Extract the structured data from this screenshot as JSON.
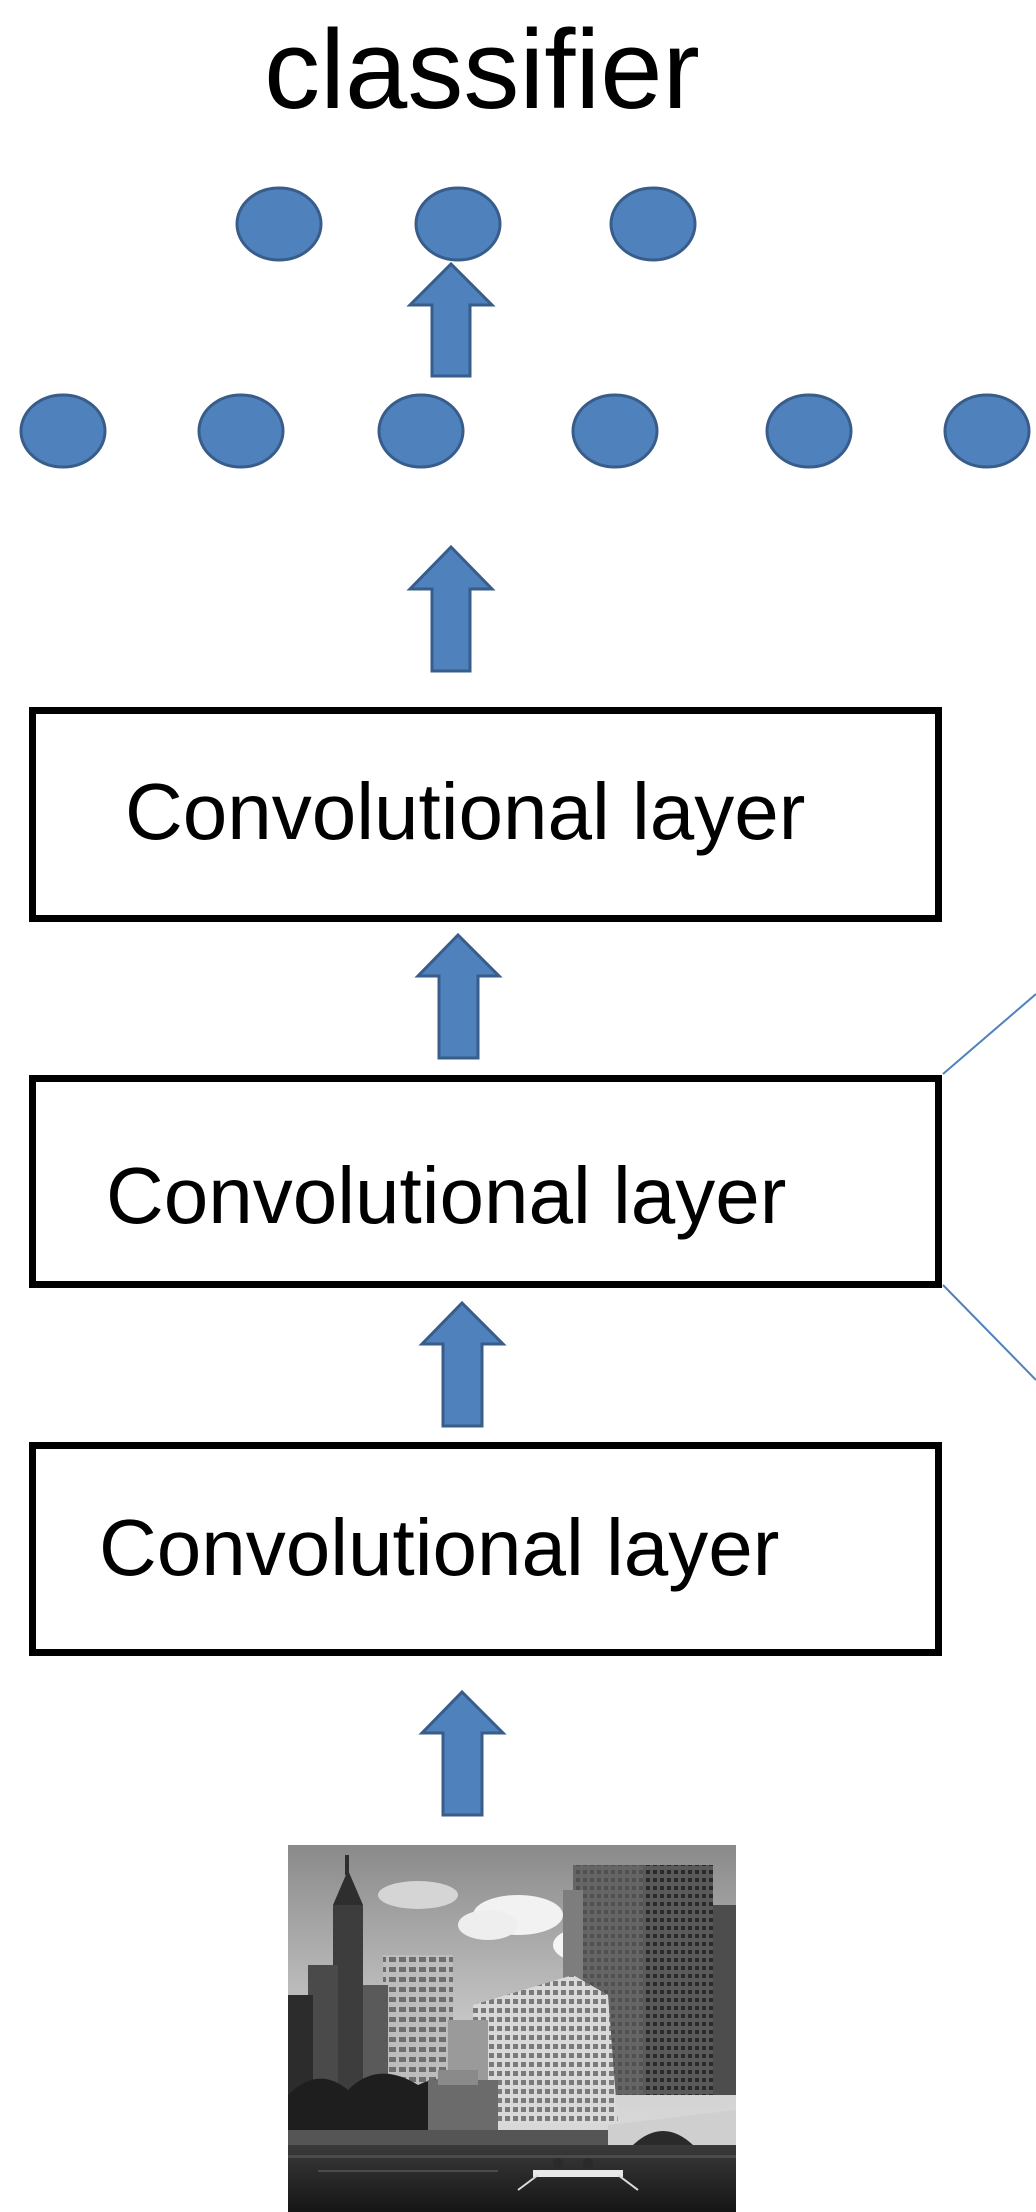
{
  "title": "classifier",
  "layers": [
    {
      "label": "Convolutional layer"
    },
    {
      "label": "Convolutional layer"
    },
    {
      "label": "Convolutional layer"
    }
  ],
  "classifier_nodes": 3,
  "hidden_nodes": 6,
  "colors": {
    "node_fill": "#4F81BD",
    "node_stroke": "#385D8A",
    "arrow_fill": "#4F81BD",
    "arrow_stroke": "#385D8A",
    "box_border": "#000000",
    "connector_line": "#4F81BD"
  },
  "input_image": {
    "icon": "city-skyline-photo"
  }
}
